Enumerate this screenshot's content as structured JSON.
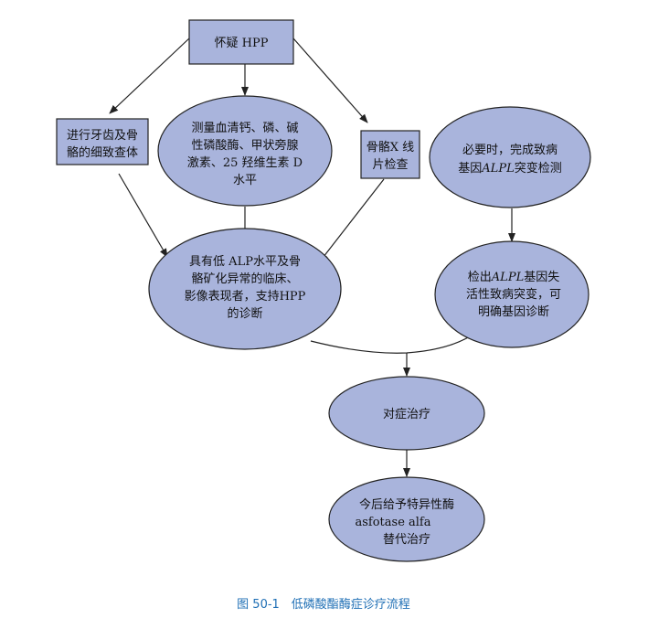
{
  "colors": {
    "node_fill": "#a9b4dc",
    "stroke": "#222222",
    "caption": "#1f6fb5"
  },
  "nodes": {
    "suspect": {
      "lines": [
        "怀疑 HPP"
      ]
    },
    "exam": {
      "lines": [
        "进行牙齿及骨",
        "骼的细致查体"
      ]
    },
    "labs": {
      "lines": [
        "测量血清钙、磷、碱",
        "性磷酸酶、甲状旁腺",
        "激素、25 羟维生素 D",
        "水平"
      ]
    },
    "xray": {
      "lines": [
        "骨骼X 线",
        "片检查"
      ]
    },
    "genetic_test": {
      "line1": "必要时，完成致病",
      "line2_pre": "基因",
      "line2_italic": "ALPL",
      "line2_post": "突变检测"
    },
    "diagnosis": {
      "lines": [
        "具有低 ALP水平及骨",
        "骼矿化异常的临床、",
        "影像表现者，支持HPP",
        "的诊断"
      ]
    },
    "genetic_dx": {
      "line1_pre": "检出",
      "line1_italic": "ALPL",
      "line1_post": "基因失",
      "line2": "活性致病突变，可",
      "line3": "明确基因诊断"
    },
    "symptomatic": {
      "lines": [
        "对症治疗"
      ]
    },
    "future": {
      "lines": [
        "今后给予特异性酶",
        "asfotase alfa",
        "替代治疗"
      ]
    }
  },
  "caption": "图 50-1　低磷酸酯酶症诊疗流程"
}
